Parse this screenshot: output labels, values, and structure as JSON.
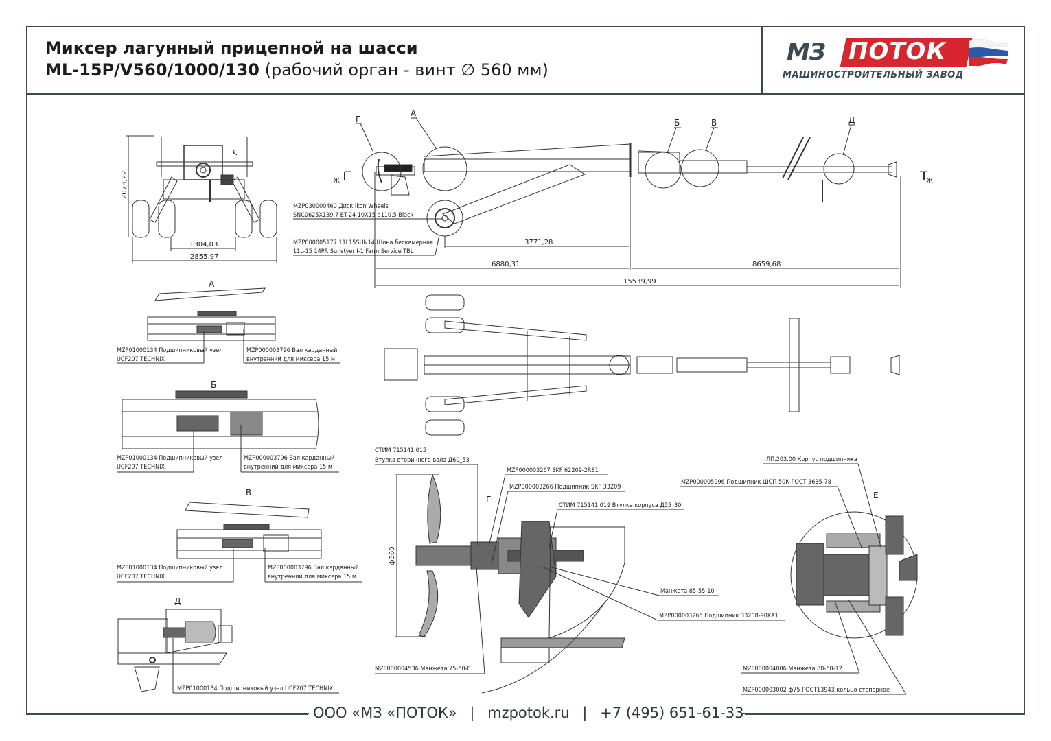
{
  "header": {
    "title_line1": "Миксер лагунный прицепной на шасси",
    "title_model": "ML-15P/V560/1000/130",
    "title_suffix": " (рабочий орган - винт ∅ 560 мм)"
  },
  "logo": {
    "mz": "МЗ",
    "potok": "ПОТОК",
    "subtitle": "МАШИНОСТРОИТЕЛЬНЫЙ ЗАВОД",
    "colors": {
      "red": "#d8262e",
      "dark": "#3a4a54"
    }
  },
  "front_view": {
    "height_dim": "2073,22",
    "inner_track_dim": "1304,03",
    "outer_width_dim": "2855,97",
    "callout": "Е"
  },
  "side_view": {
    "callouts": [
      "Г",
      "А",
      "Б",
      "В",
      "Д"
    ],
    "section_marker": "Ж",
    "wheel_disk_label": [
      "MZP030000460 Диск Ikon Wheels",
      "SNC0625X139,7 ET-24 10X15 d110,5 Black"
    ],
    "tire_label": [
      "MZP000005177 11L15SUN14 Шина бескамерная",
      "11L-15 14PR Sunstyer I-1 Farm Service TBL"
    ],
    "dims": {
      "wheel_to_joint": "3771,28",
      "front_segment": "6880,31",
      "rear_segment": "8659,68",
      "total_length": "15539,99"
    }
  },
  "details": {
    "A": {
      "title": "А",
      "bearing": [
        "MZP01000134 Подшипниковый узел",
        "UCF207 TECHNIX"
      ],
      "shaft": [
        "MZP000003796 Вал карданный",
        "внутренний для миксера 15 м"
      ]
    },
    "B": {
      "title": "Б",
      "bearing": [
        "MZP01000134 Подшипниковый узел",
        "UCF207 TECHNIX"
      ],
      "shaft": [
        "MZP000003796 Вал карданный",
        "внутренний для миксера 15 м"
      ]
    },
    "V": {
      "title": "В",
      "bearing": [
        "MZP01000134 Подшипниковый узел",
        "UCF207 TECHNIX"
      ],
      "shaft": [
        "MZP000003796 Вал карданный",
        "внутренний для миксера 15 м"
      ]
    },
    "D": {
      "title": "Д",
      "bearing": "MZP01000134 Подшипниковый узел UCF207 TECHNIX"
    },
    "G": {
      "title": "Г",
      "diameter": "ф560",
      "labels": [
        [
          "СТИМ 715141.015",
          "Втулка вторичного вала Д60_53"
        ],
        [
          "MZP000003267 SKF 62209-2RS1"
        ],
        [
          "MZP000003266 Подшипник SKF 33209"
        ],
        [
          "СТИМ 715141.019 Втулка корпуса Д55_30"
        ],
        [
          "Манжета 85-55-10"
        ],
        [
          "MZP000003265 Подшипник 33208-90KA1"
        ],
        [
          "MZP000004536 Манжета  75-60-8"
        ]
      ]
    },
    "E": {
      "title": "Е",
      "labels": [
        "ЛП.203.00 Корпус подшипника",
        "MZP000005996 Подшипник ШСП 50К ГОСТ 3635-78",
        "MZP000004006 Манжета 80-60-12",
        "MZP000003002 ф75 ГОСТ13943 кольцо стопорное"
      ]
    }
  },
  "footer": {
    "company": "ООО «МЗ «ПОТОК»",
    "separator": "|",
    "site": "mzpotok.ru",
    "phone": "+7 (495) 651-61-33"
  }
}
